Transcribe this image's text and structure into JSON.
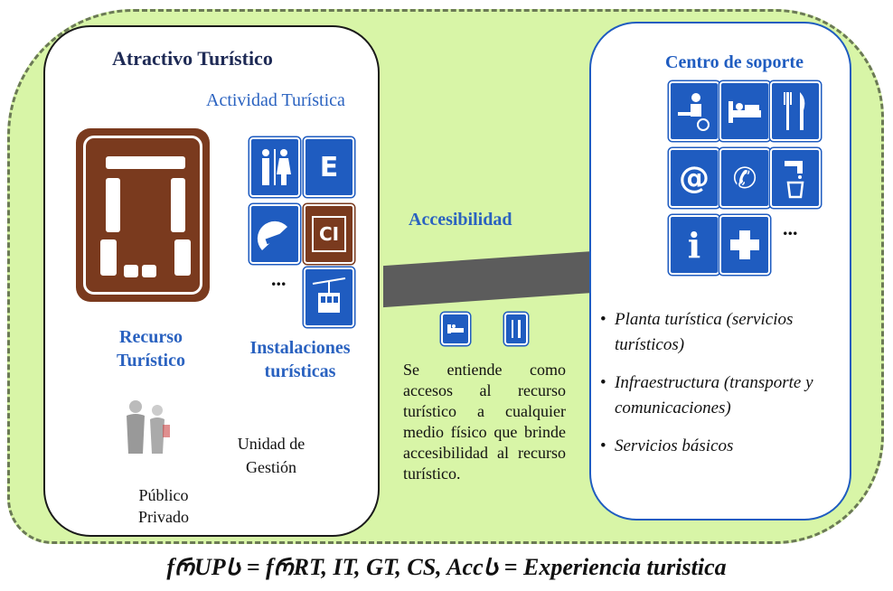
{
  "left_panel": {
    "title": "Atractivo Turístico",
    "activity_label": "Actividad Turística",
    "resource_label": "Recurso Turístico",
    "facilities_label": "Instalaciones turísticas",
    "management_label": "Unidad de Gestión",
    "public_private_label": "Público Privado",
    "ellipsis": "...",
    "facility_icons": [
      "restroom-icon",
      "parking-e-icon",
      "beach-icon",
      "interpretation-center-icon",
      "cable-car-icon"
    ],
    "interpretation_center_text": "CI",
    "parking_text": "E"
  },
  "accessibility": {
    "title": "Accesibilidad",
    "description": "Se entiende como accesos al recurso turístico a cualquier medio físico que brinde accesibilidad al recurso turístico.",
    "icons": [
      "bed-icon",
      "cutlery-icon"
    ]
  },
  "right_panel": {
    "title": "Centro de soporte",
    "ellipsis": "...",
    "support_icons": [
      "reception-icon",
      "bed-icon",
      "cutlery-icon",
      "at-email-icon",
      "telephone-icon",
      "water-tap-icon",
      "information-icon",
      "first-aid-icon"
    ],
    "bullets": [
      "Planta turística (servicios turísticos)",
      "Infraestructura (transporte y comunicaciones)",
      "Servicios básicos"
    ]
  },
  "formula": "fᲠUPᲡ = fᲠRT, IT, GT, CS, AccᲡ = Experiencia turistica",
  "colors": {
    "background": "#d8f5a7",
    "blue": "#1f5cc0",
    "brown": "#7a3a1e",
    "road": "#5c5c5c"
  }
}
